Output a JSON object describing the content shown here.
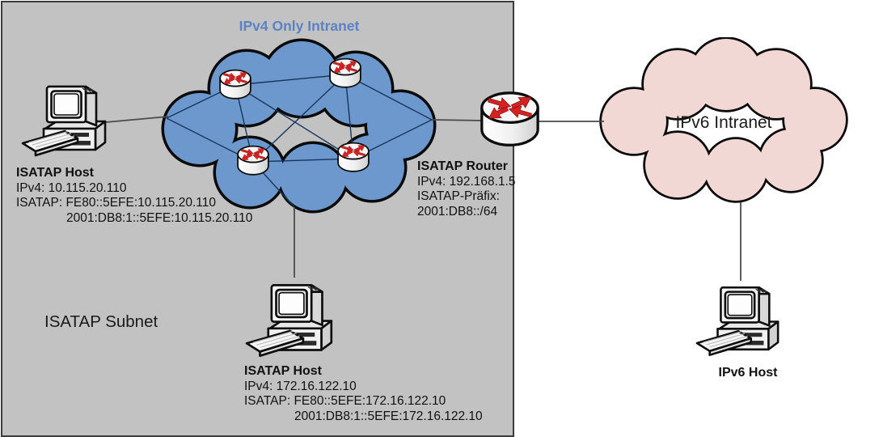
{
  "diagram": {
    "subnet": {
      "label": "ISATAP Subnet"
    },
    "ipv4_cloud": {
      "title": "IPv4 Only Intranet",
      "title_color": "#5b82c6",
      "fill_color": "#6d98ce",
      "router_count": 4
    },
    "ipv6_cloud": {
      "title": "IPv6 Intranet",
      "fill_color": "#f2d8d5"
    },
    "isatap_router": {
      "name": "ISATAP Router",
      "details": [
        "IPv4: 192.168.1.5",
        "ISATAP-Präfix:",
        "2001:DB8::/64"
      ]
    },
    "hosts": [
      {
        "name": "ISATAP Host",
        "details": [
          "IPv4: 10.115.20.110",
          "ISATAP: FE80::5EFE:10.115.20.110",
          "2001:DB8:1::5EFE:10.115.20.110"
        ]
      },
      {
        "name": "ISATAP Host",
        "details": [
          "IPv4: 172.16.122.10",
          "ISATAP: FE80::5EFE:172.16.122.10",
          "2001:DB8:1::5EFE:172.16.122.10"
        ]
      },
      {
        "name": "IPv6 Host",
        "details": []
      }
    ],
    "colors": {
      "panel_fill": "#c2c2c2",
      "panel_border": "#3c3c3c",
      "mesh_line": "#16365c",
      "connector_line": "#4a4a4a",
      "router_arrow": "#d42222"
    }
  }
}
